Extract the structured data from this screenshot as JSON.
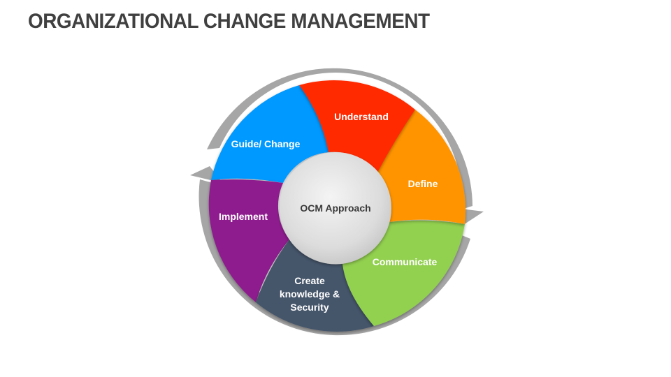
{
  "title": "ORGANIZATIONAL CHANGE MANAGEMENT",
  "center": {
    "label": "OCM Approach",
    "color": "#e6e6e6"
  },
  "ring_color": "#a6a6a6",
  "segments": [
    {
      "label": "Understand",
      "color": "#ff2a00"
    },
    {
      "label": "Define",
      "color": "#ff9400"
    },
    {
      "label": "Communicate",
      "color": "#92d050"
    },
    {
      "label_lines": [
        "Create",
        "knowledge &",
        "Security"
      ],
      "color": "#44546a"
    },
    {
      "label": "Implement",
      "color": "#8e1e8e"
    },
    {
      "label": "Guide/ Change",
      "color": "#0099ff"
    }
  ]
}
